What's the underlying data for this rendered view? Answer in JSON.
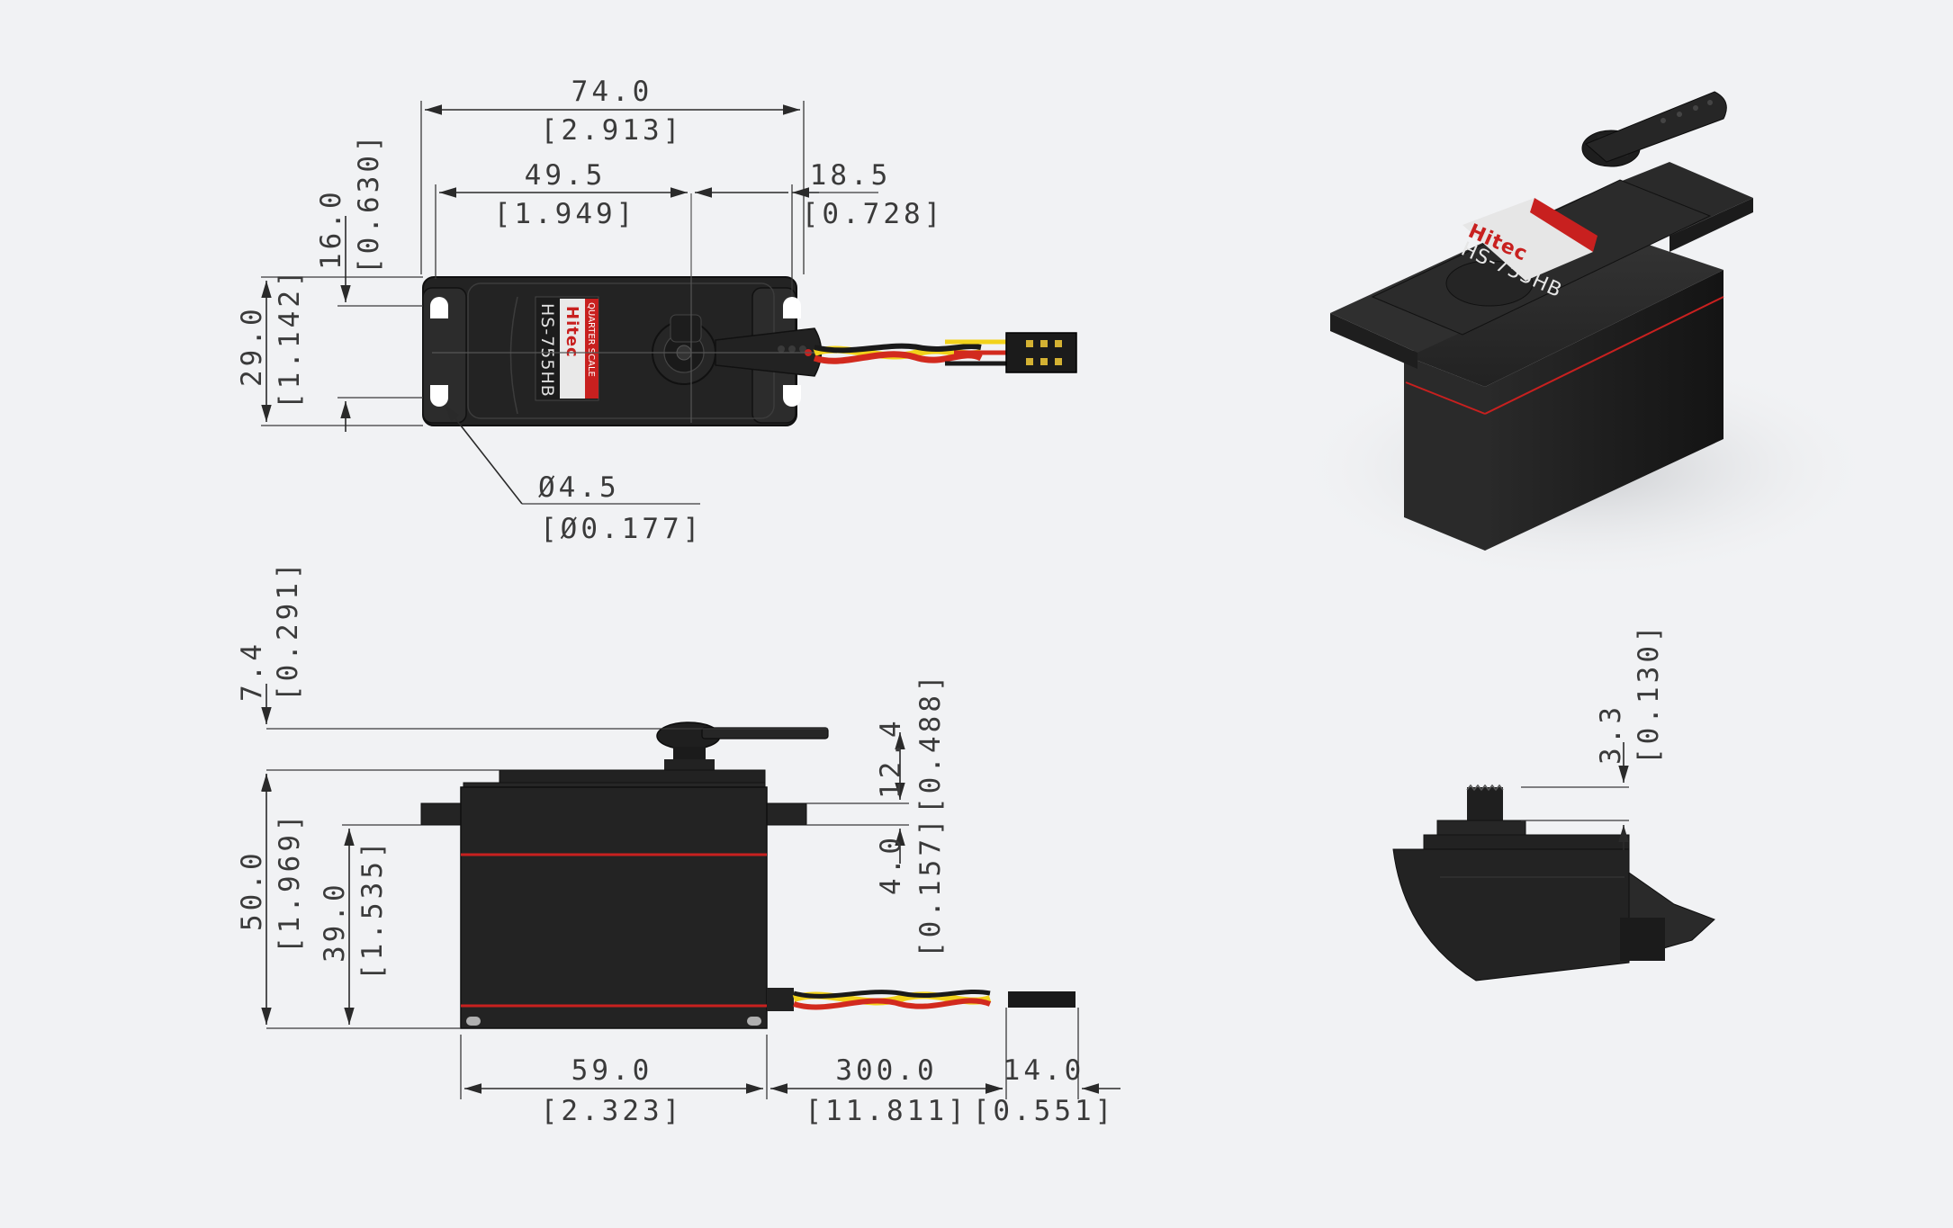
{
  "dims": {
    "top_total_mm": "74.0",
    "top_total_in": "[2.913]",
    "top_mount_mm": "49.5",
    "top_mount_in": "[1.949]",
    "top_shaft_mm": "18.5",
    "top_shaft_in": "[0.728]",
    "top_hole_offset_mm": "16.0",
    "top_hole_offset_in": "[0.630]",
    "top_width_mm": "29.0",
    "top_width_in": "[1.142]",
    "hole_dia_mm": "Ø4.5",
    "hole_dia_in": "[Ø0.177]",
    "side_horn_mm": "7.4",
    "side_horn_in": "[0.291]",
    "side_flange_top_mm": "12.4",
    "side_flange_top_in": "[0.488]",
    "side_flange_thk_mm": "4.0",
    "side_flange_thk_in": "[0.157]",
    "side_height_mm": "50.0",
    "side_height_in": "[1.969]",
    "side_flange_h_mm": "39.0",
    "side_flange_h_in": "[1.535]",
    "side_body_len_mm": "59.0",
    "side_body_len_in": "[2.323]",
    "side_wire_mm": "300.0",
    "side_wire_in": "[11.811]",
    "side_conn_mm": "14.0",
    "side_conn_in": "[0.551]",
    "spline_mm": "3.3",
    "spline_in": "[0.130]"
  },
  "product": {
    "brand": "Hitec",
    "model": "HS-755HB",
    "badge": "QUARTER SCALE"
  },
  "colors": {
    "background": "#f1f2f4",
    "servo_body": "#232323",
    "accent_red": "#c8201f",
    "wire_yellow": "#f2d21b",
    "wire_red": "#d22a1e",
    "wire_black": "#1a1a1a"
  }
}
